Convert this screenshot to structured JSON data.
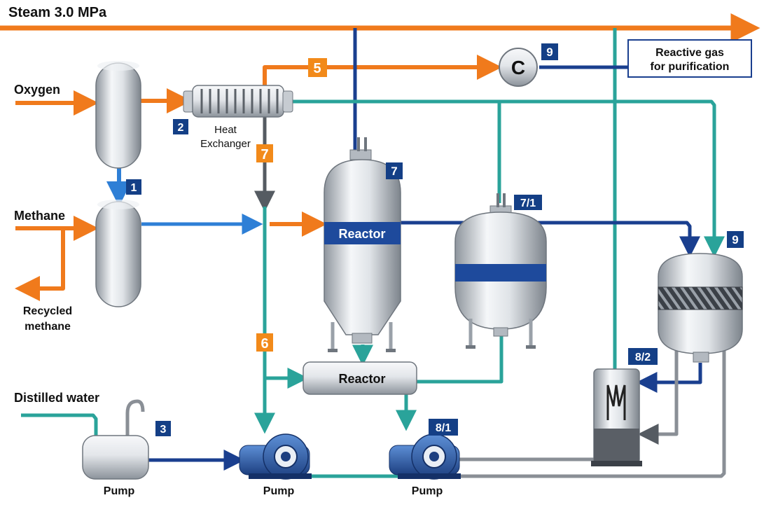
{
  "colors": {
    "steam": "#f07a1c",
    "oxygen": "#f07a1c",
    "methane_blue": "#2e7fd6",
    "navy": "#1a3f8f",
    "teal": "#2aa39a",
    "grey_pipe": "#8a8f96",
    "vessel_light": "#f1f3f5",
    "vessel_dark": "#9aa1a9",
    "badge_navy": "#143f86",
    "badge_orange": "#f28a1a",
    "pump_blue": "#2e5ea8"
  },
  "labels": {
    "steam": "Steam 3.0 MPa",
    "oxygen": "Oxygen",
    "methane": "Methane",
    "recycled_1": "Recycled",
    "recycled_2": "methane",
    "distilled_water": "Distilled water",
    "heat_exchanger_1": "Heat",
    "heat_exchanger_2": "Exchanger",
    "reactive_gas_1": "Reactive gas",
    "reactive_gas_2": "for purification",
    "compressor": "C",
    "reactor_main": "Reactor",
    "reactor_horizontal": "Reactor",
    "pump_left": "Pump",
    "pump_middle": "Pump",
    "pump_right": "Pump"
  },
  "badges": {
    "b1": "1",
    "b2": "2",
    "b3": "3",
    "b5": "5",
    "b6": "6",
    "b7_pipe": "7",
    "b7_reactor": "7",
    "b7_1": "7/1",
    "b8_1": "8/1",
    "b8_2": "8/2",
    "b9_compressor": "9",
    "b9_vessel": "9"
  }
}
